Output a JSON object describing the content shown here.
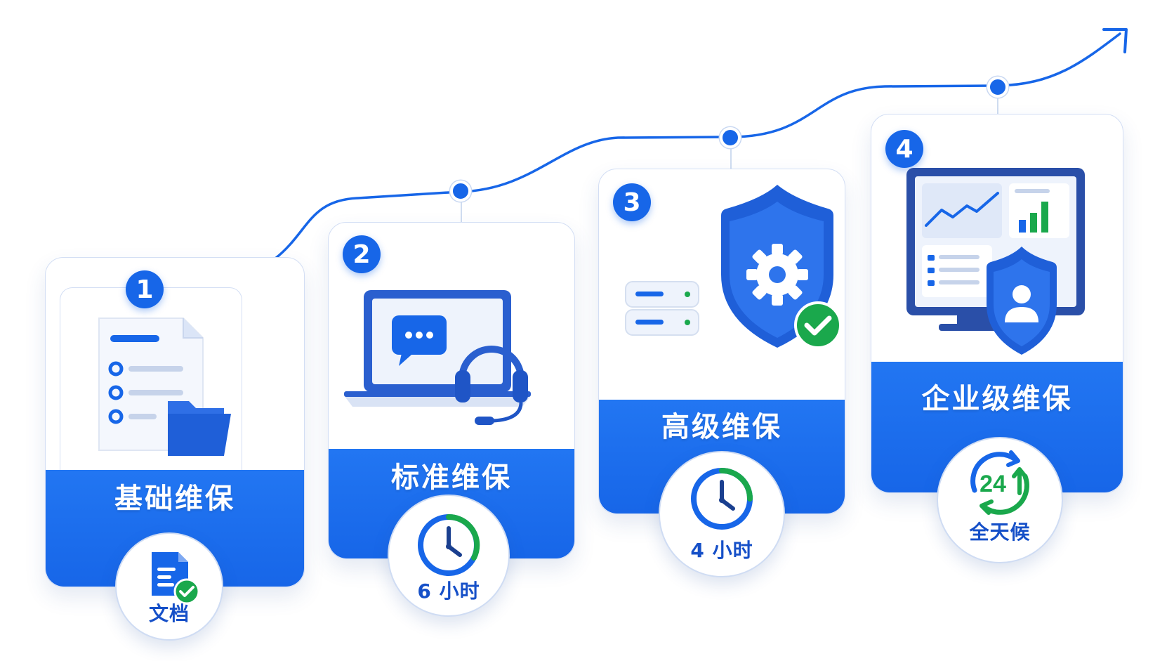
{
  "colors": {
    "primary": "#1766e8",
    "accent_green": "#1aa84c",
    "line": "#1766e8"
  },
  "tiers": [
    {
      "number": "1",
      "name": "基础维保",
      "icon": "document-checklist-icon",
      "badge_label": "文档",
      "badge_icon": "document-check-icon"
    },
    {
      "number": "2",
      "name": "标准维保",
      "icon": "laptop-headset-chat-icon",
      "badge_label": "6 小时",
      "badge_icon": "clock-icon"
    },
    {
      "number": "3",
      "name": "高级维保",
      "icon": "shield-gear-server-icon",
      "badge_label": "4 小时",
      "badge_icon": "clock-icon"
    },
    {
      "number": "4",
      "name": "企业级维保",
      "icon": "monitor-dashboard-shield-icon",
      "badge_label": "全天候",
      "badge_icon": "24-hours-icon",
      "badge_number": "24"
    }
  ]
}
